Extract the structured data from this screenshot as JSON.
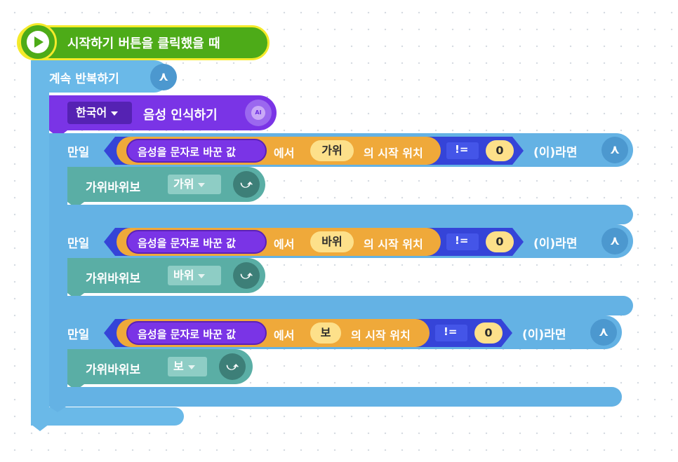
{
  "start_block": {
    "label": "시작하기 버튼을 클릭했을 때"
  },
  "repeat_block": {
    "label": "계속 반복하기"
  },
  "speech_block": {
    "language": "한국어",
    "label": "음성 인식하기",
    "ai_badge": "AI"
  },
  "if_blocks": [
    {
      "if_label": "만일",
      "reporter": "음성을 문자로 바꾼 값",
      "from_label": "에서",
      "search": "가위",
      "index_label": "의 시작 위치",
      "operator": "!=",
      "compare_value": "0",
      "then_label": "(이)라면",
      "action_label": "가위바위보",
      "action_value": "가위"
    },
    {
      "if_label": "만일",
      "reporter": "음성을 문자로 바꾼 값",
      "from_label": "에서",
      "search": "바위",
      "index_label": "의 시작 위치",
      "operator": "!=",
      "compare_value": "0",
      "then_label": "(이)라면",
      "action_label": "가위바위보",
      "action_value": "바위"
    },
    {
      "if_label": "만일",
      "reporter": "음성을 문자로 바꾼 값",
      "from_label": "에서",
      "search": "보",
      "index_label": "의 시작 위치",
      "operator": "!=",
      "compare_value": "0",
      "then_label": "(이)라면",
      "action_label": "가위바위보",
      "action_value": "보"
    }
  ],
  "colors": {
    "start": "#4dab18",
    "start_border": "#f5ea2a",
    "loop": "#6ab9e8",
    "speech": "#7a34e6",
    "condition": "#64b2e4",
    "string_op": "#efa93a",
    "compare_op": "#4455e8",
    "action": "#5aaea5"
  }
}
